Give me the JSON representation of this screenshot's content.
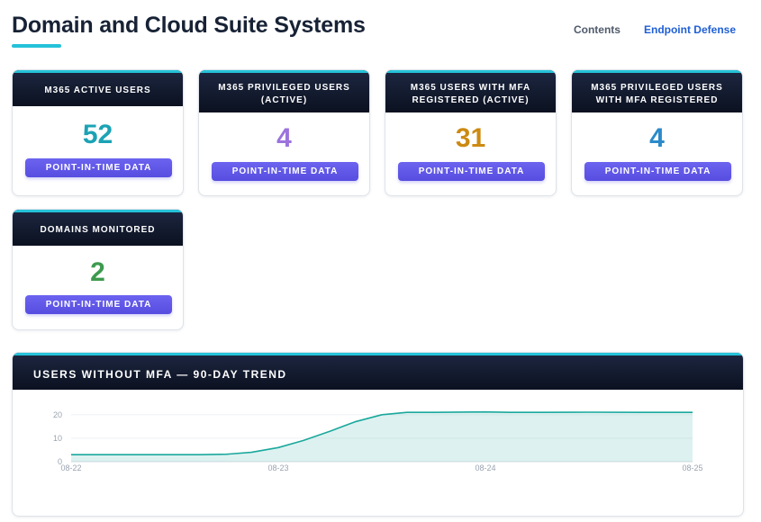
{
  "header": {
    "title": "Domain and Cloud Suite Systems",
    "nav": {
      "contents": "Contents",
      "endpoint_defense": "Endpoint Defense"
    }
  },
  "colors": {
    "accent": "#25c2d9",
    "button": "#5f57e8",
    "header_dark": "#111a2e"
  },
  "cards": [
    {
      "label": "M365 ACTIVE USERS",
      "value": "52",
      "color": "#1ba3b5",
      "button": "POINT-IN-TIME DATA"
    },
    {
      "label": "M365 PRIVILEGED USERS (ACTIVE)",
      "value": "4",
      "color": "#9b73dd",
      "button": "POINT-IN-TIME DATA"
    },
    {
      "label": "M365 USERS WITH MFA REGISTERED (ACTIVE)",
      "value": "31",
      "color": "#cc8a12",
      "button": "POINT-IN-TIME DATA"
    },
    {
      "label": "M365 PRIVILEGED USERS WITH MFA REGISTERED",
      "value": "4",
      "color": "#2b8ac9",
      "button": "POINT-IN-TIME DATA"
    },
    {
      "label": "DOMAINS MONITORED",
      "value": "2",
      "color": "#3e9a4e",
      "button": "POINT-IN-TIME DATA"
    }
  ],
  "trend": {
    "title": "USERS WITHOUT MFA — 90-DAY TREND"
  },
  "chart_data": {
    "type": "area",
    "title": "USERS WITHOUT MFA — 90-DAY TREND",
    "x_tick_labels": [
      "08-22",
      "08-23",
      "08-24",
      "08-25"
    ],
    "y_tick_labels": [
      "0",
      "10",
      "20"
    ],
    "ylim": [
      0,
      23
    ],
    "xlim": [
      0,
      3
    ],
    "grid": true,
    "series": [
      {
        "x": [
          0,
          0.25,
          0.5,
          0.62,
          0.75,
          0.87,
          1.0,
          1.12,
          1.25,
          1.37,
          1.5,
          1.62,
          1.75,
          2.0,
          2.12,
          2.25,
          2.5,
          2.75,
          3.0
        ],
        "values": [
          3,
          3,
          3,
          3,
          3.2,
          4,
          6,
          9,
          13,
          17,
          20,
          21,
          21,
          21.2,
          21,
          21,
          21.1,
          21,
          21
        ],
        "color": "#1aa89c"
      }
    ]
  }
}
